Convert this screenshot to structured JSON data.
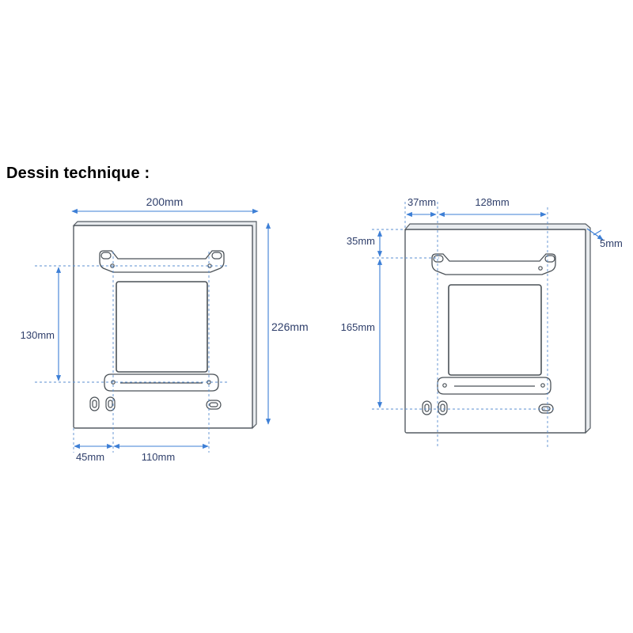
{
  "title": "Dessin technique :",
  "left_view": {
    "width_label": "200mm",
    "height_label": "226mm",
    "vertical_spacing_label": "130mm",
    "left_offset_label": "45mm",
    "horizontal_spacing_label": "110mm"
  },
  "right_view": {
    "left_offset_label": "37mm",
    "horizontal_spacing_label": "128mm",
    "top_offset_label": "35mm",
    "vertical_spacing_label": "165mm",
    "thickness_label": "5mm"
  }
}
